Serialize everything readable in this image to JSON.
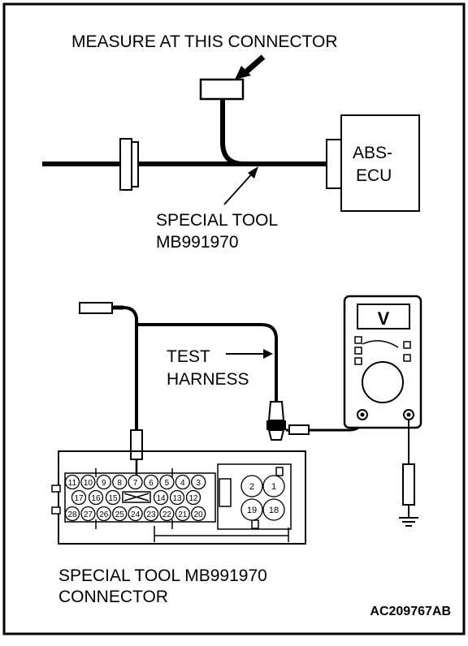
{
  "labels": {
    "measure": "MEASURE AT THIS CONNECTOR",
    "abs_line1": "ABS-",
    "abs_line2": "ECU",
    "special_tool_line1": "SPECIAL TOOL",
    "special_tool_line2": "MB991970",
    "test_line1": "TEST",
    "test_line2": "HARNESS",
    "meter_symbol": "V",
    "connector_line1": "SPECIAL TOOL MB991970",
    "connector_line2": "CONNECTOR",
    "figure_id": "AC209767AB"
  },
  "connector_pins": {
    "row1": [
      "11",
      "10",
      "9",
      "8",
      "7",
      "6",
      "5",
      "4",
      "3"
    ],
    "row2": [
      "17",
      "16",
      "15",
      "14",
      "13",
      "12"
    ],
    "row3": [
      "28",
      "27",
      "26",
      "25",
      "24",
      "23",
      "22",
      "21",
      "20"
    ],
    "large": [
      "2",
      "1",
      "19",
      "18"
    ]
  }
}
